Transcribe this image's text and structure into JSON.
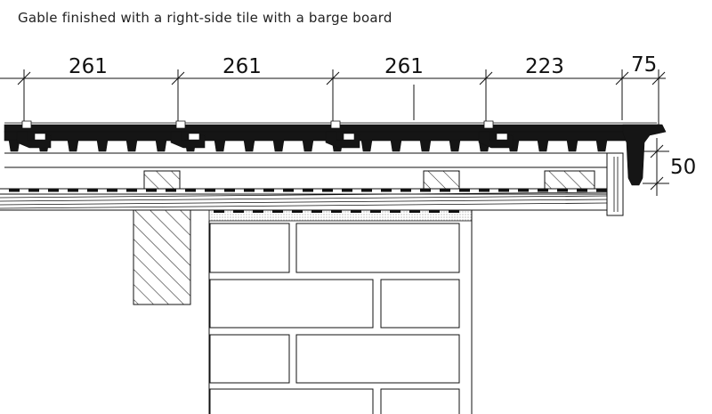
{
  "caption": "Gable finished with a right-side tile with a barge board",
  "dimensions": {
    "top": [
      "261",
      "261",
      "261",
      "223",
      "75"
    ],
    "side": "50"
  },
  "colors": {
    "line": "#111111",
    "tile": "#151515",
    "background": "#ffffff"
  }
}
